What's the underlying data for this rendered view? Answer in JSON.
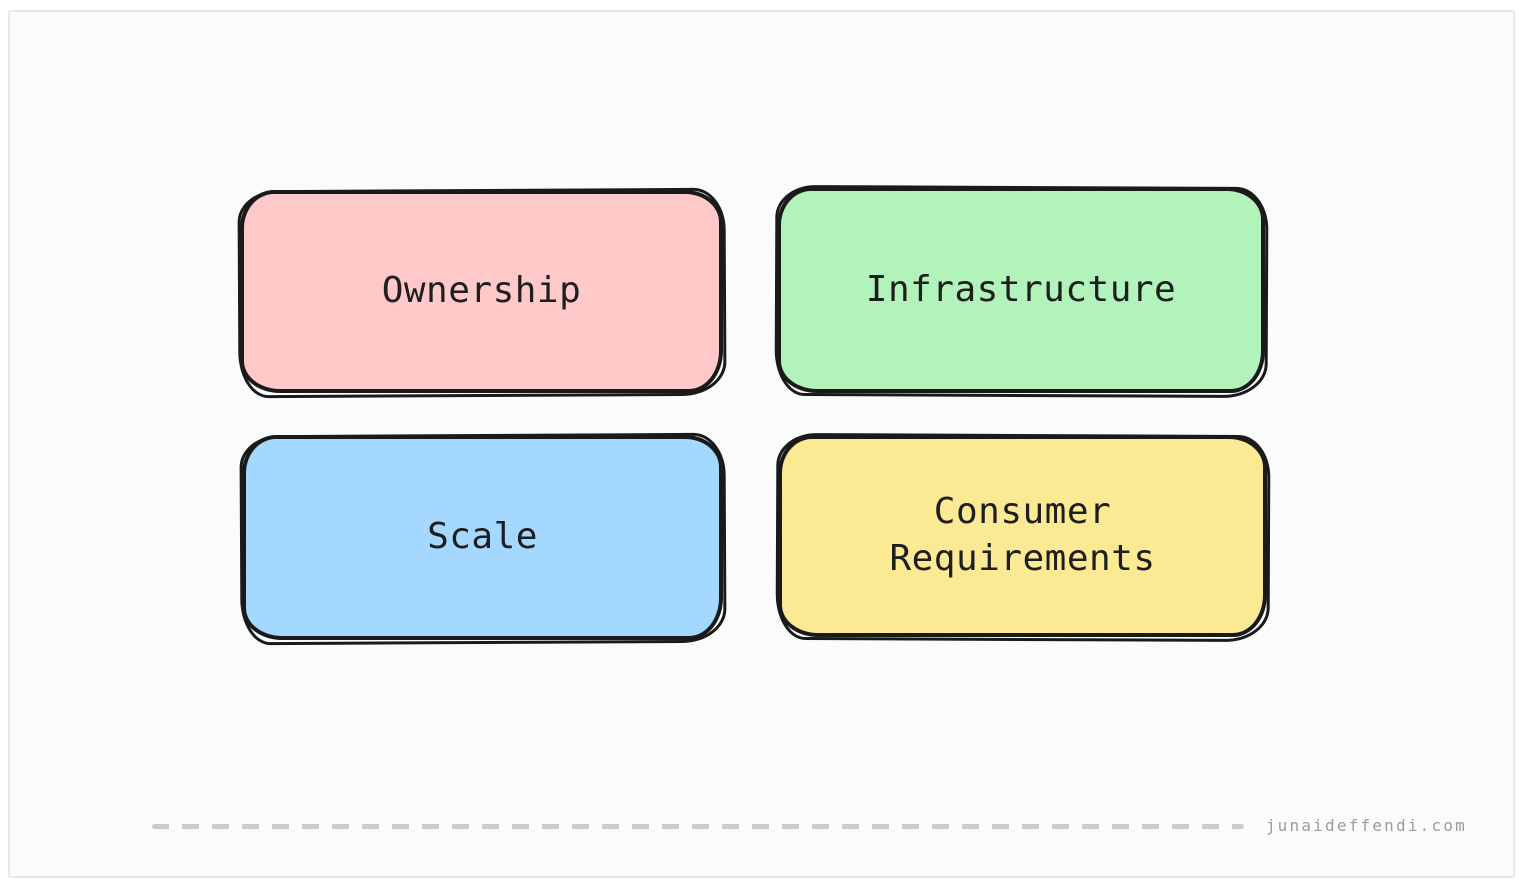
{
  "page": {
    "outer_background": "#ffffff",
    "canvas_background": "#fafcfc",
    "frame_border_color": "#e7e9ea"
  },
  "diagram": {
    "stroke_color": "#1a1a1a",
    "text_color": "#1e1e1e",
    "boxes": [
      {
        "name": "ownership",
        "label": "Ownership",
        "fill": "#ffc9c9"
      },
      {
        "name": "infrastructure",
        "label": "Infrastructure",
        "fill": "#b2f2bb"
      },
      {
        "name": "scale",
        "label": "Scale",
        "fill": "#a5d8ff"
      },
      {
        "name": "consumer-requirements",
        "label": "Consumer Requirements",
        "fill": "#fce993"
      }
    ]
  },
  "footer": {
    "watermark": "junaideffendi.com",
    "watermark_color": "#9b9b9b",
    "dash_color": "#cccccc"
  }
}
